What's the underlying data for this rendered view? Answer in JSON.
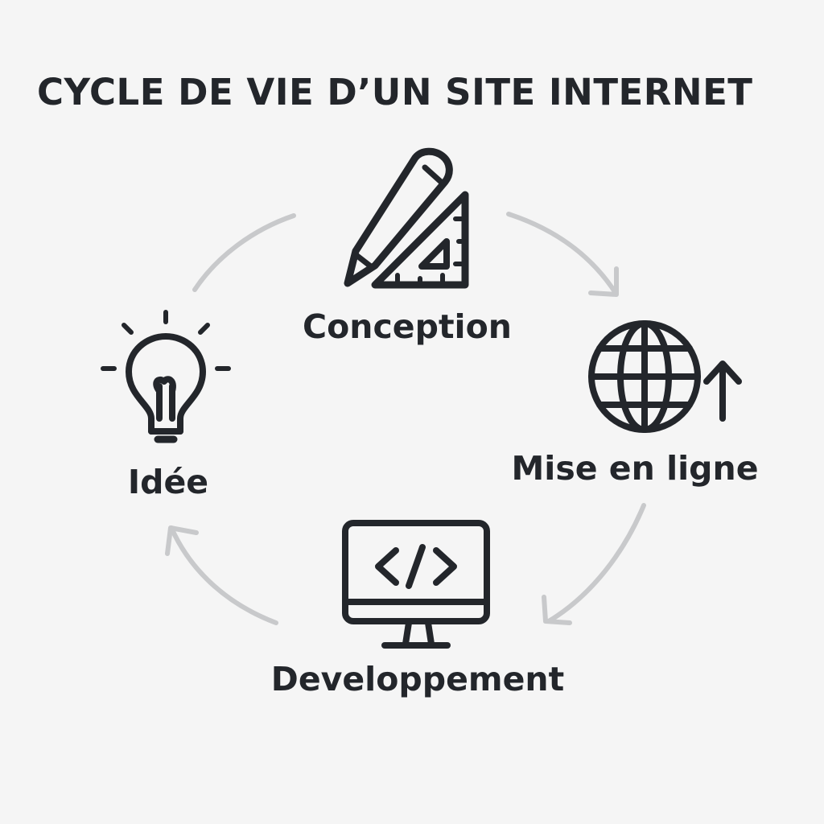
{
  "title": "CYCLE DE VIE D’UN SITE INTERNET",
  "colors": {
    "background": "#f5f5f5",
    "ink": "#23262b",
    "arrow": "#c8c9cb"
  },
  "steps": [
    {
      "id": "conception",
      "label": "Conception",
      "icon": "pencil-ruler-icon"
    },
    {
      "id": "mise-en-ligne",
      "label": "Mise en ligne",
      "icon": "globe-upload-icon"
    },
    {
      "id": "developpement",
      "label": "Developpement",
      "icon": "code-monitor-icon"
    },
    {
      "id": "idee",
      "label": "Idée",
      "icon": "lightbulb-icon"
    }
  ]
}
